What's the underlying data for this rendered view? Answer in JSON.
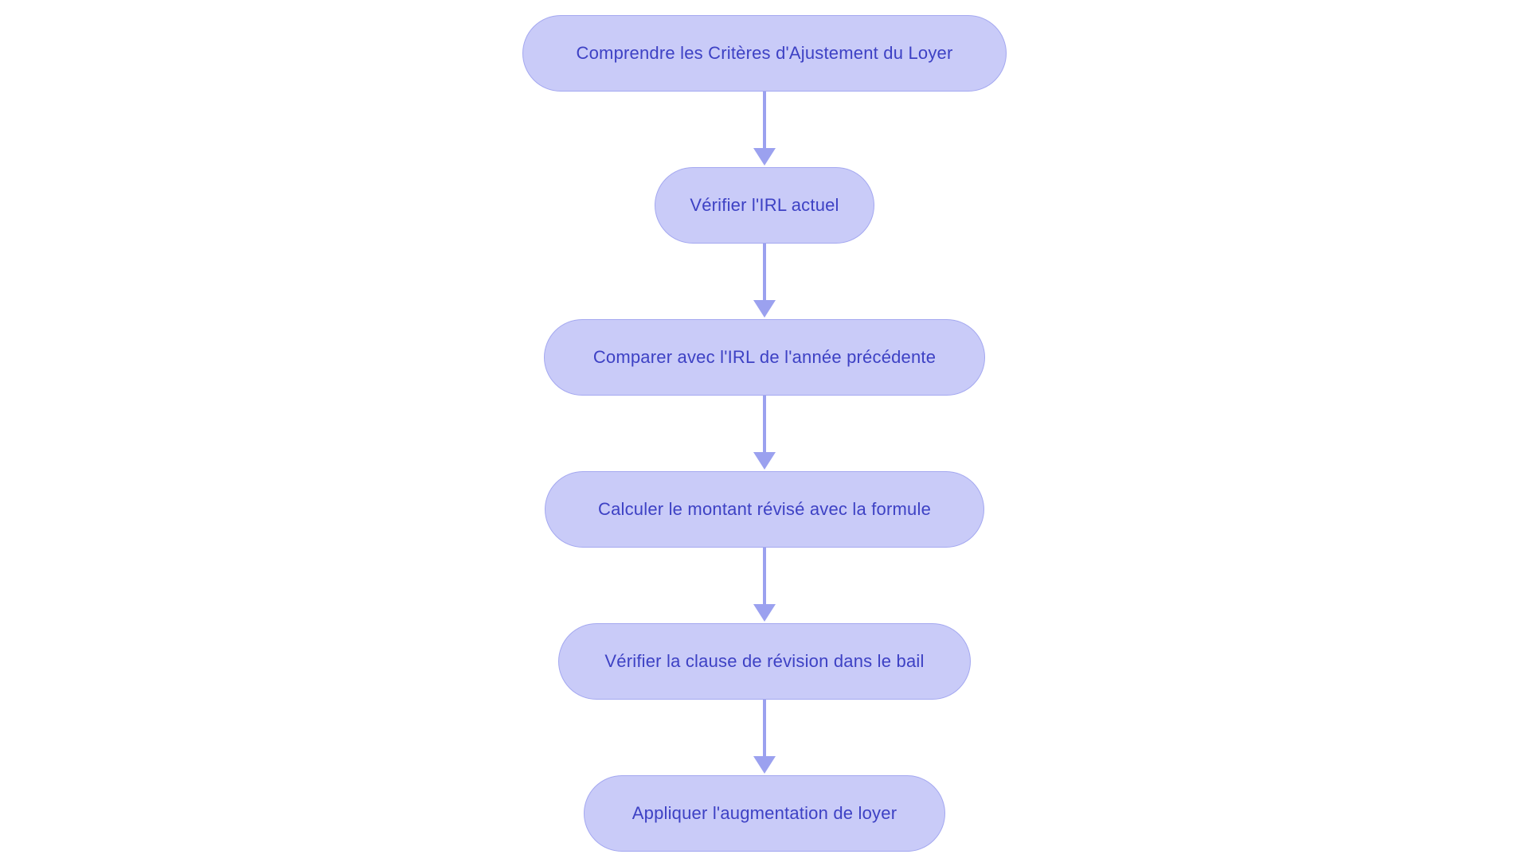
{
  "page": {
    "background_color": "#ffffff"
  },
  "flowchart": {
    "type": "flowchart",
    "direction": "top-down",
    "node_fill_color": "#c9cbf8",
    "node_border_color": "#a4a8f0",
    "node_text_color": "#3d41c4",
    "arrow_color": "#9ba1ef",
    "steps": [
      {
        "label": "Comprendre les Critères d'Ajustement du Loyer"
      },
      {
        "label": "Vérifier l'IRL actuel"
      },
      {
        "label": "Comparer avec l'IRL de l'année précédente"
      },
      {
        "label": "Calculer le montant révisé avec la formule"
      },
      {
        "label": "Vérifier la clause de révision dans le bail"
      },
      {
        "label": "Appliquer l'augmentation de loyer"
      }
    ]
  }
}
